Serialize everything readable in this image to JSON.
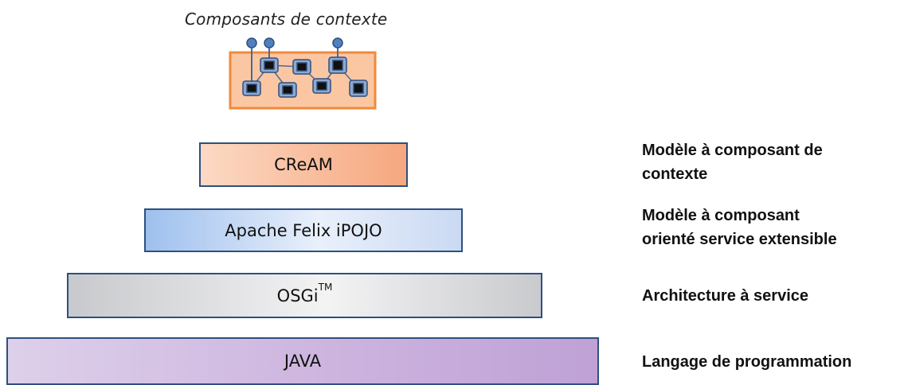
{
  "context_components": {
    "title": "Composants de contexte",
    "graphic_icon": "context-components-graph-icon"
  },
  "layers": {
    "cream": {
      "label": "CReAM",
      "description_lines": [
        "Modèle à composant de",
        "contexte"
      ]
    },
    "ipojo": {
      "label": "Apache Felix iPOJO",
      "description_lines": [
        "Modèle à composant",
        "orienté service extensible"
      ]
    },
    "osgi": {
      "label": "OSGi",
      "label_sup": "TM",
      "description_lines": [
        "Architecture à service"
      ]
    },
    "java": {
      "label": "JAVA",
      "description_lines": [
        "Langage de programmation"
      ]
    }
  },
  "colors": {
    "cream_fill": "#f6a77f",
    "ipojo_fill": "#9ec0ee",
    "osgi_fill": "#c8c9cc",
    "java_fill": "#cdb4df",
    "border": "#2f4f7f",
    "context_box_fill": "#fbc7a2",
    "context_box_border": "#f08a3c"
  }
}
